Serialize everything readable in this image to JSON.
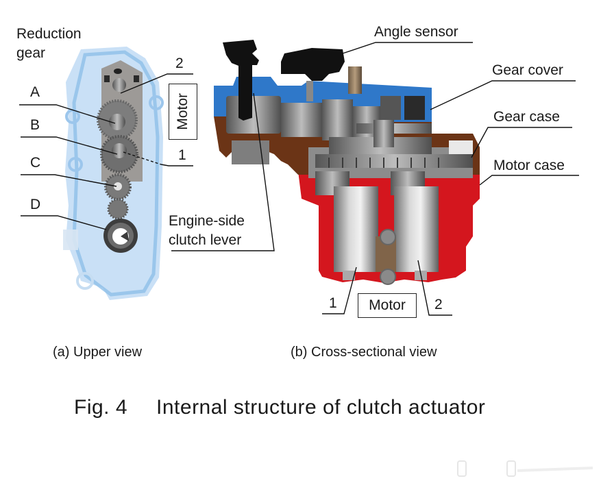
{
  "figure": {
    "number_label": "Fig. 4",
    "title": "Internal structure of clutch actuator"
  },
  "panels": {
    "upper_view": {
      "caption": "(a) Upper view",
      "heading_line1": "Reduction",
      "heading_line2": "gear",
      "gear_labels": [
        "A",
        "B",
        "C",
        "D"
      ],
      "motor_box_label": "Motor",
      "motor_numbers": [
        "2",
        "1"
      ]
    },
    "cross_section": {
      "caption": "(b) Cross-sectional view",
      "callouts": {
        "angle_sensor": "Angle sensor",
        "gear_cover": "Gear cover",
        "gear_case": "Gear case",
        "motor_case": "Motor case",
        "clutch_lever_line1": "Engine-side",
        "clutch_lever_line2": "clutch lever"
      },
      "motor_box_label": "Motor",
      "motor_numbers": [
        "1",
        "2"
      ]
    }
  },
  "colors": {
    "gear_cover": "#2f78c9",
    "gear_case": "#6b3416",
    "motor_case": "#d4161e",
    "upper_housing": "#a9cdf0",
    "metal": "#9a9a9a"
  }
}
